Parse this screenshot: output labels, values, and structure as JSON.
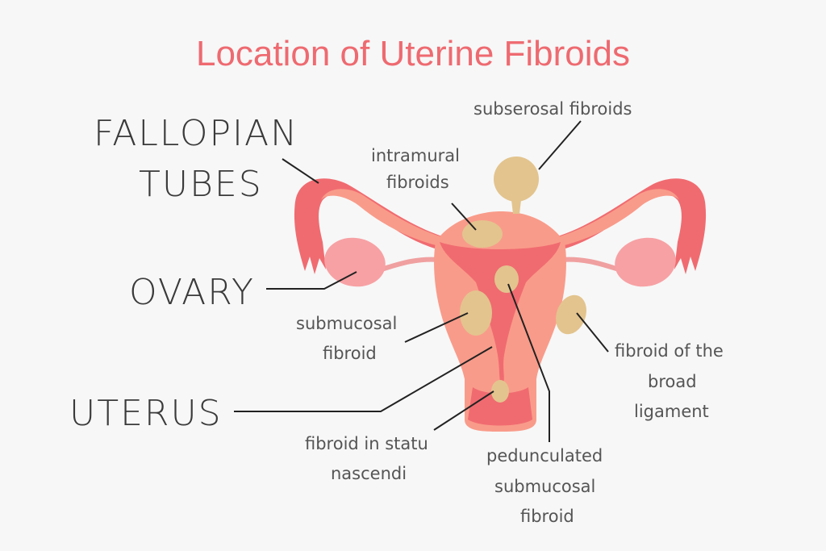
{
  "title": "Location of Uterine Fibroids",
  "colors": {
    "title": "#ee6a70",
    "uterus_outer": "#f99b8a",
    "uterus_inner": "#f06b70",
    "ovary": "#f7a1a4",
    "fibroid": "#e3c48e",
    "background": "#f7f7f7",
    "label_text": "#555555",
    "big_label_text": "#3a3a3a"
  },
  "big_labels": {
    "fallopian_line1": "FALLOPIAN",
    "fallopian_line2": "TUBES",
    "ovary": "OVARY",
    "uterus": "UTERUS"
  },
  "fibroid_labels": {
    "subserosal": "subserosal fibroids",
    "intramural_line1": "intramural",
    "intramural_line2": "fibroids",
    "submucosal_line1": "submucosal",
    "submucosal_line2": "fibroid",
    "broad_line1": "fibroid of the",
    "broad_line2": "broad",
    "broad_line3": "ligament",
    "statu_line1": "fibroid in statu",
    "statu_line2": "nascendi",
    "pedunculated_line1": "pedunculated",
    "pedunculated_line2": "submucosal",
    "pedunculated_line3": "fibroid"
  }
}
